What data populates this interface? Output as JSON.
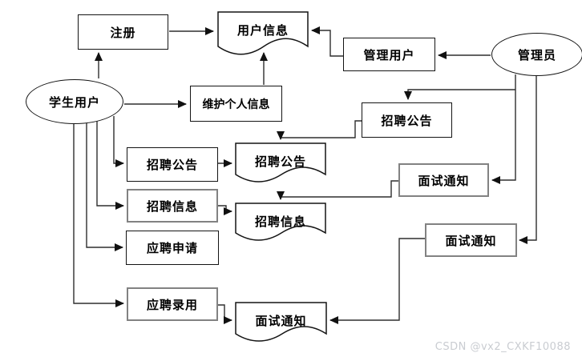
{
  "labels": {
    "student_user": "学生用户",
    "admin": "管理员",
    "register": "注册",
    "user_info_doc": "用户信息",
    "manage_user": "管理用户",
    "maintain_personal_info": "维护个人信息",
    "recruit_announcement_admin": "招聘公告",
    "recruit_announcement_student": "招聘公告",
    "recruit_announcement_doc": "招聘公告",
    "recruit_info_student": "招聘信息",
    "recruit_info_doc": "招聘信息",
    "apply_request": "应聘申请",
    "apply_hire": "应聘录用",
    "interview_notice_admin_1": "面试通知",
    "interview_notice_admin_2": "面试通知",
    "interview_notice_doc": "面试通知"
  },
  "watermark": "CSDN @vx2_CXKF10088",
  "colors": {
    "background": "#ffffff",
    "node_border": "#141414",
    "node_border_alt": "#828282",
    "connector": "#2e2e2e",
    "watermark": "#c9ccd1"
  }
}
